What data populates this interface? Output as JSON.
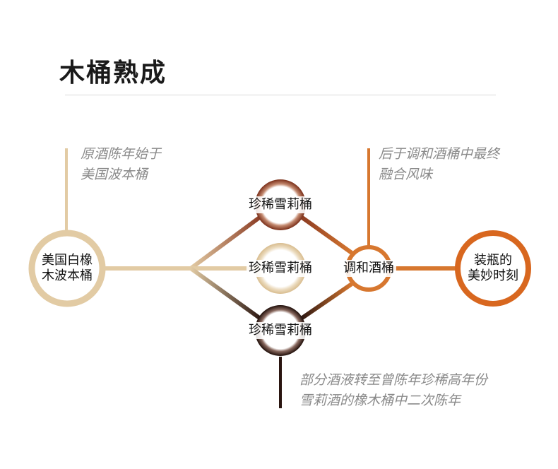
{
  "title": "木桶熟成",
  "notes": {
    "american_barrel": [
      "原酒陈年始于",
      "美国波本桶"
    ],
    "blend": [
      "后于调和酒桶中最终",
      "融合风味"
    ],
    "sherry": [
      "部分酒液转至曾陈年珍稀高年份",
      "雪莉酒的橡木桶中二次陈年"
    ]
  },
  "nodes": {
    "american_barrel": [
      "美国白橡",
      "木波本桶"
    ],
    "sherry_top": [
      "珍稀雪莉桶"
    ],
    "sherry_middle": [
      "珍稀雪莉桶"
    ],
    "sherry_bottom": [
      "珍稀雪莉桶"
    ],
    "blend": [
      "调和酒桶"
    ],
    "bottling": [
      "装瓶的",
      "美妙时刻"
    ]
  },
  "colors": {
    "bourbon": "#e2cba4",
    "sherry_top": "#8a3a22",
    "sherry_bottom": "#2a1510",
    "blend": "#d7772f",
    "bottling": "#d8671f",
    "title_rule": "#d9d9d9",
    "note_text": "#8a8a8a"
  }
}
